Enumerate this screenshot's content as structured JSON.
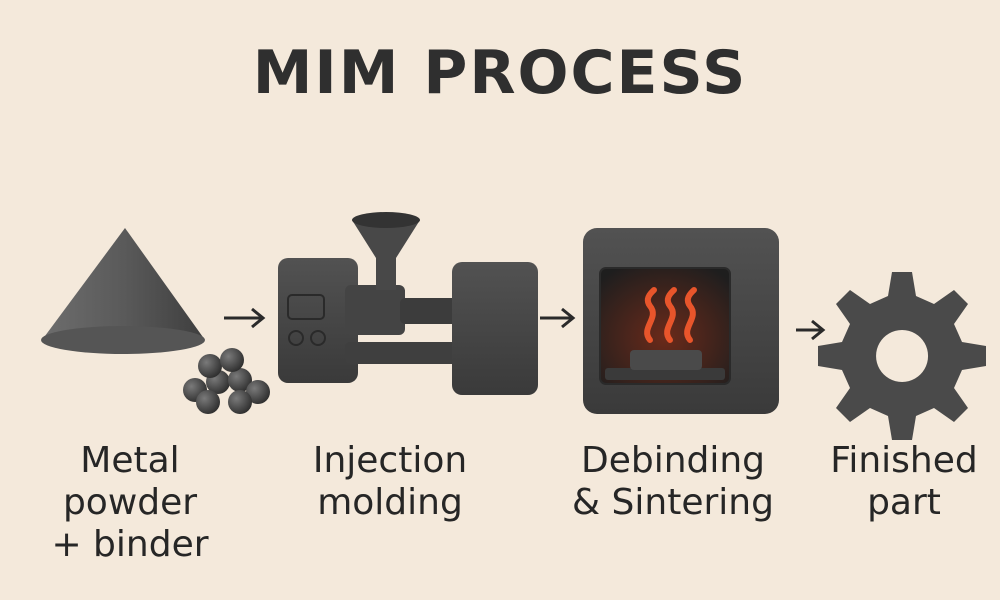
{
  "title": "MIM PROCESS",
  "steps": [
    {
      "label": "Metal\npowder\n+ binder",
      "icon": "powder-cone-icon"
    },
    {
      "label": "Injection\nmolding",
      "icon": "injection-machine-icon"
    },
    {
      "label": "Debinding\n& Sintering",
      "icon": "furnace-icon"
    },
    {
      "label": "Finished\npart",
      "icon": "gear-icon"
    }
  ],
  "arrows": [
    "arrow-right-icon",
    "arrow-right-icon",
    "arrow-right-icon"
  ],
  "colors": {
    "background": "#f4e9db",
    "metal": "#4a4a4a",
    "flame": "#e8552b",
    "text": "#262626"
  }
}
